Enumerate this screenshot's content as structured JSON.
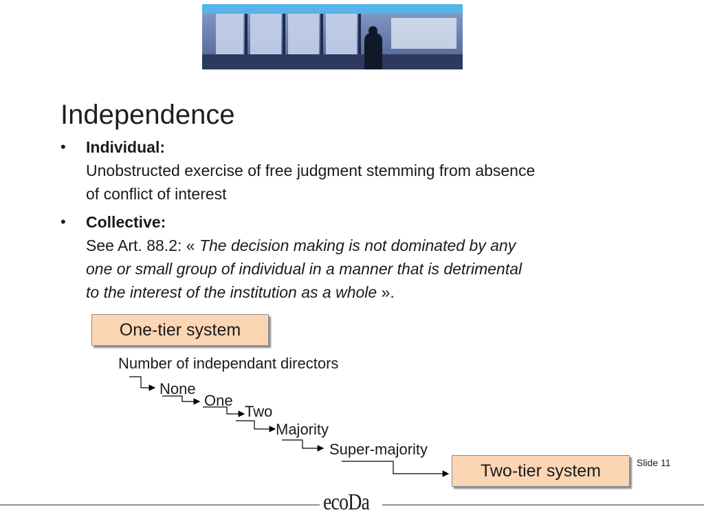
{
  "slide": {
    "title": "Independence",
    "bullet_symbol": "•",
    "items": [
      {
        "heading": "Individual:",
        "text_line1": "Unobstructed exercise of free judgment stemming from absence",
        "text_line2": "of conflict of interest"
      },
      {
        "heading": "Collective:",
        "text_prefix": "See Art. 88.2: « ",
        "quote_line1": "The decision making is not dominated by any",
        "quote_line2": "one or small group of individual in a manner that is detrimental",
        "quote_line3": "to the interest of the institution as a whole",
        "text_suffix": " »."
      }
    ]
  },
  "diagram": {
    "one_tier_label": "One-tier system",
    "heading": "Number of independant directors",
    "steps": [
      "None",
      "One",
      "Two",
      "Majority",
      "Super-majority"
    ],
    "two_tier_label": "Two-tier system"
  },
  "footer": {
    "slide_number": "Slide 11",
    "logo": "ecoDa"
  },
  "colors": {
    "box_fill": "#fcd5b4",
    "banner_accent": "#56b4e8"
  }
}
